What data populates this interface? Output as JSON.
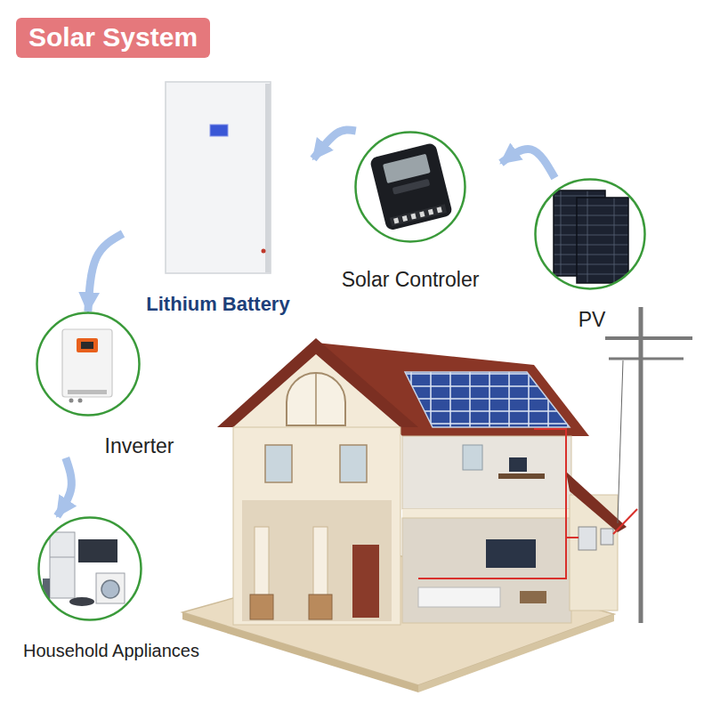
{
  "diagram": {
    "title": "Solar System",
    "nodes": [
      {
        "text": [
          "Lithium Battery"
        ]
      },
      {
        "text": [
          "Solar Controler"
        ]
      },
      {
        "text": [
          "PV"
        ]
      },
      {
        "text": [
          "Inverter"
        ]
      },
      {
        "text": [
          "Household Appliances"
        ]
      }
    ],
    "edges": [
      {
        "from": 2,
        "to": 1,
        "arrow": "to"
      },
      {
        "from": 1,
        "to": 0,
        "arrow": "to"
      },
      {
        "from": 0,
        "to": 3,
        "arrow": "to"
      },
      {
        "from": 3,
        "to": 4,
        "arrow": "to"
      }
    ]
  }
}
